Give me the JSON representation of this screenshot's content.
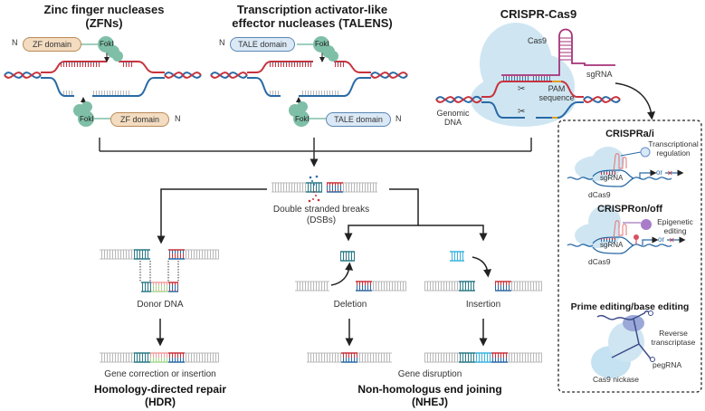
{
  "zfn": {
    "title_line1": "Zinc finger nucleases",
    "title_line2": "(ZFNs)",
    "domain_label": "ZF domain",
    "nuclease_label": "FokI",
    "terminus": "N"
  },
  "talen": {
    "title_line1": "Transcription activator-like",
    "title_line2": "effector nucleases (TALENS)",
    "domain_label": "TALE domain",
    "nuclease_label": "FokI",
    "terminus": "N"
  },
  "crispr": {
    "title": "CRISPR-Cas9",
    "cas9_label": "Cas9",
    "sgrna_label": "sgRNA",
    "pam_line1": "PAM",
    "pam_line2": "sequence",
    "genomic_line1": "Genomic",
    "genomic_line2": "DNA"
  },
  "dsb": {
    "line1": "Double stranded breaks",
    "line2": "(DSBs)"
  },
  "hdr": {
    "donor_label": "Donor DNA",
    "outcome": "Gene correction or insertion",
    "title_line1": "Homology-directed repair",
    "title_line2": "(HDR)"
  },
  "nhej": {
    "deletion_label": "Deletion",
    "insertion_label": "Insertion",
    "outcome": "Gene disruption",
    "title_line1": "Non-homologus end joining",
    "title_line2": "(NHEJ)"
  },
  "variants": {
    "crispr_ai": {
      "title": "CRISPRa/i",
      "effector_line1": "Transcriptional",
      "effector_line2": "regulation",
      "guide": "sgRNA",
      "protein": "dCas9",
      "or": "or"
    },
    "crispr_onoff": {
      "title": "CRISPRon/off",
      "effector_line1": "Epigenetic",
      "effector_line2": "editing",
      "guide": "sgRNA",
      "protein": "dCas9",
      "or": "or"
    },
    "prime": {
      "title": "Prime editing/base editing",
      "rt_line1": "Reverse",
      "rt_line2": "transcriptase",
      "guide": "pegRNA",
      "protein": "Cas9 nickase"
    }
  },
  "colors": {
    "red_strand": "#c8323c",
    "blue_strand": "#2a6aa6",
    "teal": "#2a7a86",
    "light_blue": "#3bb3e0",
    "grey_dna": "#b8b8b8",
    "cas9_fill": "#cfe6f2",
    "fok_green": "#7fbfa8",
    "sgrna": "#a6327a",
    "pam": "#e0a020"
  }
}
